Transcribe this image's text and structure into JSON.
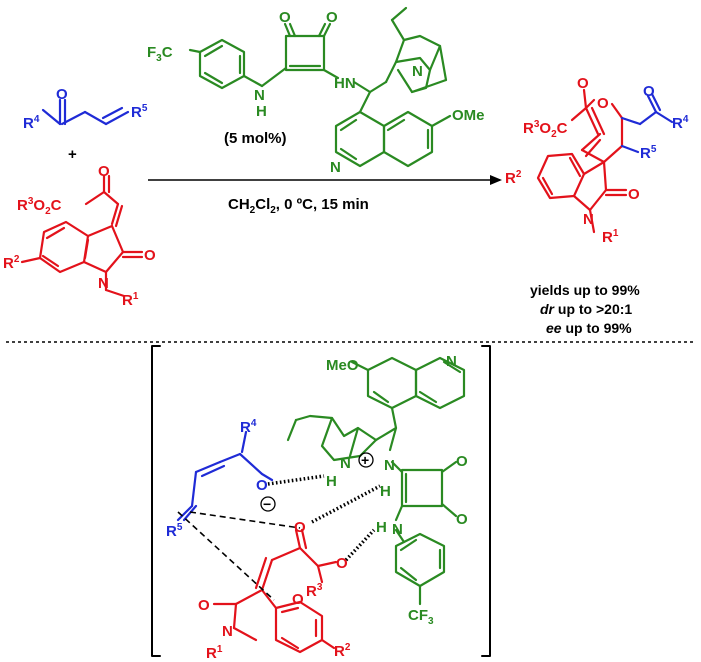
{
  "reactant1": {
    "o_atom": "O",
    "r4": "R",
    "r4_sup": "4",
    "r5": "R",
    "r5_sup": "5"
  },
  "plus_sign": "+",
  "reactant2": {
    "ester_prefix": "R",
    "ester_sup": "3",
    "ester_suffix": "O",
    "ester_sub": "2",
    "ester_tail": "C",
    "ketone_o": "O",
    "lactam_o": "O",
    "r2": "R",
    "r2_sup": "2",
    "n_atom": "N",
    "r1": "R",
    "r1_sup": "1"
  },
  "catalyst": {
    "cf3_main": "F",
    "cf3_sub": "3",
    "cf3_prefix": "F",
    "cf3_full_left": "F",
    "cf3_label": "F3C",
    "nh_left": "N",
    "h_left": "H",
    "hn_right": "HN",
    "o_top_left": "O",
    "o_top_right": "O",
    "n_quinuclidine": "N",
    "n_quinoline": "N",
    "ome": "OMe",
    "loading": "(5 mol%)"
  },
  "conditions": {
    "solvent_main": "CH",
    "solvent_sub": "2",
    "solvent_cl": "Cl",
    "solvent_rest": ", 0 ºC, 15 min"
  },
  "product": {
    "ester_prefix": "R",
    "ester_sup": "3",
    "ester_suffix": "O",
    "ester_sub": "2",
    "ester_tail": "C",
    "ring_o": "O",
    "ketone_o": "O",
    "r4": "R",
    "r4_sup": "4",
    "r5": "R",
    "r5_sup": "5",
    "r2": "R",
    "r2_sup": "2",
    "lactam_o": "O",
    "n_atom": "N",
    "r1": "R",
    "r1_sup": "1"
  },
  "results": {
    "line1": "yields up to 99%",
    "line2_italic": "dr",
    "line2_rest": " up to >20:1",
    "line3_italic": "ee",
    "line3_rest": " up to 99%"
  },
  "transition_state": {
    "ome": "MeO",
    "n_quinoline": "N",
    "n_plus": "N",
    "plus": "+",
    "h_n_plus": "H",
    "n_right": "N",
    "h_n_right": "H",
    "o_enolate": "O",
    "minus": "−",
    "r4": "R",
    "r4_sup": "4",
    "r5": "R",
    "r5_sup": "5",
    "o_sq_right_top": "O",
    "o_sq_right_bottom": "O",
    "h_nh": "H",
    "n_nh": "N",
    "o_ketone": "O",
    "o_ester": "O",
    "r3": "R",
    "r3_sup": "3",
    "o_lactam": "O",
    "n_lactam": "N",
    "r1": "R",
    "r1_sup": "1",
    "r2": "R",
    "r2_sup": "2",
    "cf3_prefix": "CF",
    "cf3_sub": "3"
  }
}
